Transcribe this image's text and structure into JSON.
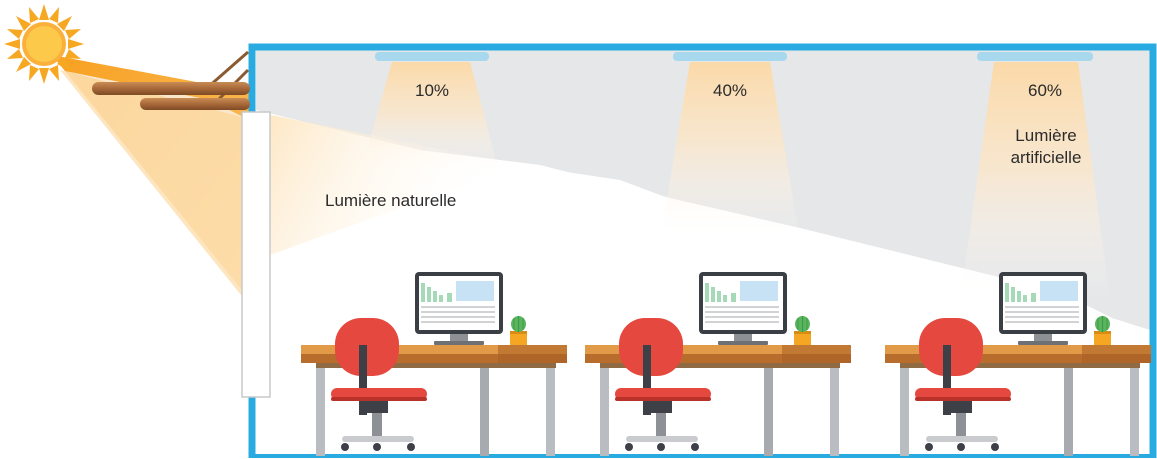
{
  "lamps": [
    {
      "percent": "10%"
    },
    {
      "percent": "40%"
    },
    {
      "percent": "60%"
    }
  ],
  "labels": {
    "natural_light": "Lumière naturelle",
    "artificial_light": "Lumière\nartificielle"
  },
  "icons": [
    "sun-icon",
    "light-shelf-icon",
    "ceiling-lamp-icon",
    "monitor-icon",
    "cactus-icon",
    "office-chair-icon",
    "desk-icon"
  ],
  "colors": {
    "wall": "#29abe2",
    "shadow": "#e6e7e8",
    "sun": "#f7a823",
    "sunlight": "#f9a836",
    "lamp": "#a8d8ee",
    "desk_top": "#d98a3a",
    "chair": "#e5483e",
    "monitor": "#3a3f45",
    "screen_chart": "#a6d9b8",
    "screen_panel": "#c6e2f4"
  }
}
